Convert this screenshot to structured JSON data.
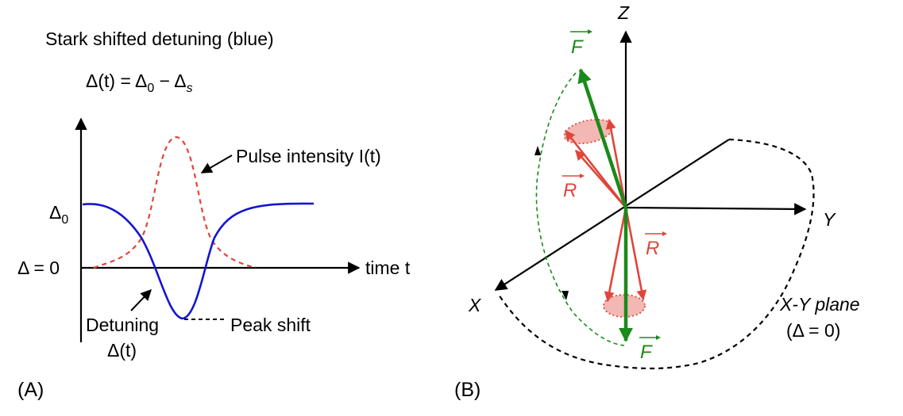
{
  "panel_a": {
    "title": "Stark shifted detuning (blue)",
    "equation": {
      "lhs": "Δ(t) = Δ",
      "sub0": "0",
      "mid": " − Δ",
      "subs": "s"
    },
    "y_tick_delta0": {
      "main": "Δ",
      "sub": "0"
    },
    "y_tick_zero": "Δ = 0",
    "x_axis_label": "time t",
    "pulse_label": "Pulse intensity I(t)",
    "detuning_label_line1": "Detuning",
    "detuning_label_line2": "Δ(t)",
    "peak_shift_label": "Peak shift",
    "panel_label": "(A)",
    "colors": {
      "detuning": "#1515d0",
      "pulse": "#e0453a",
      "axis": "#000000"
    }
  },
  "panel_b": {
    "z_label": "Z",
    "y_label": "Y",
    "x_label": "X",
    "f_label_top": "F",
    "f_label_bottom": "F",
    "r_label_left": "R",
    "r_label_right": "R",
    "plane_label_line1": "X-Y plane",
    "plane_label_line2": "(Δ = 0)",
    "panel_label": "(B)",
    "colors": {
      "force": "#1a8a1a",
      "rotation": "#e0453a",
      "cone_fill": "#f4b8b4",
      "axis": "#000000",
      "dashed_green": "#1a8a1a"
    }
  }
}
